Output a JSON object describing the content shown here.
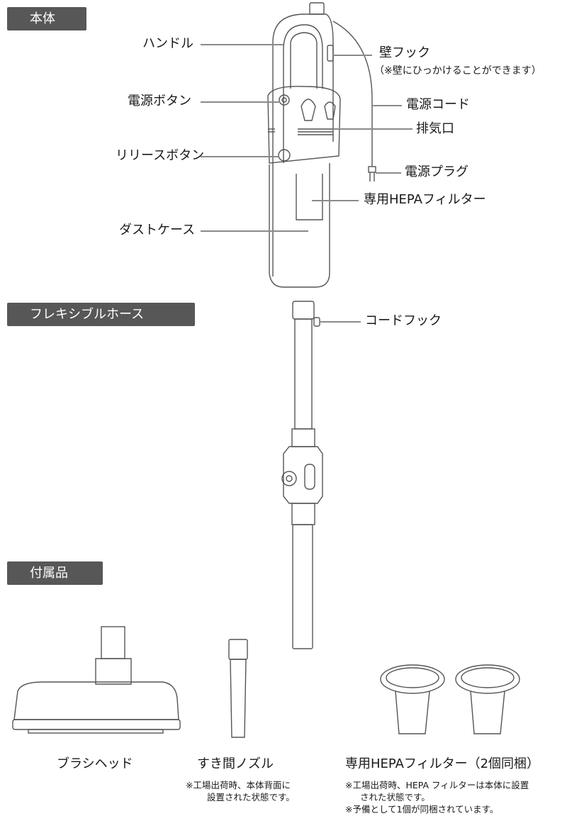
{
  "sections": {
    "main_body": "本体",
    "flexible_hose": "フレキシブルホース",
    "accessories": "付属品"
  },
  "main_labels": {
    "handle": "ハンドル",
    "power_button": "電源ボタン",
    "release_button": "リリースボタン",
    "dust_case": "ダストケース",
    "wall_hook": "壁フック",
    "wall_hook_note": "（※壁にひっかけることができます）",
    "power_cord": "電源コード",
    "exhaust": "排気口",
    "power_plug": "電源プラグ",
    "hepa_filter": "専用HEPAフィルター"
  },
  "hose_labels": {
    "cord_hook": "コードフック"
  },
  "accessories": {
    "brush_head": {
      "label": "ブラシヘッド"
    },
    "crevice_nozzle": {
      "label": "すき間ノズル",
      "notes": [
        "※工場出荷時、本体背面に",
        "設置された状態です。"
      ]
    },
    "hepa_filters": {
      "label": "専用HEPAフィルター（2個同梱）",
      "notes": [
        "※工場出荷時、HEPA フィルターは本体に設置",
        "された状態です。",
        "※予備として1個が同梱されています。"
      ]
    }
  }
}
